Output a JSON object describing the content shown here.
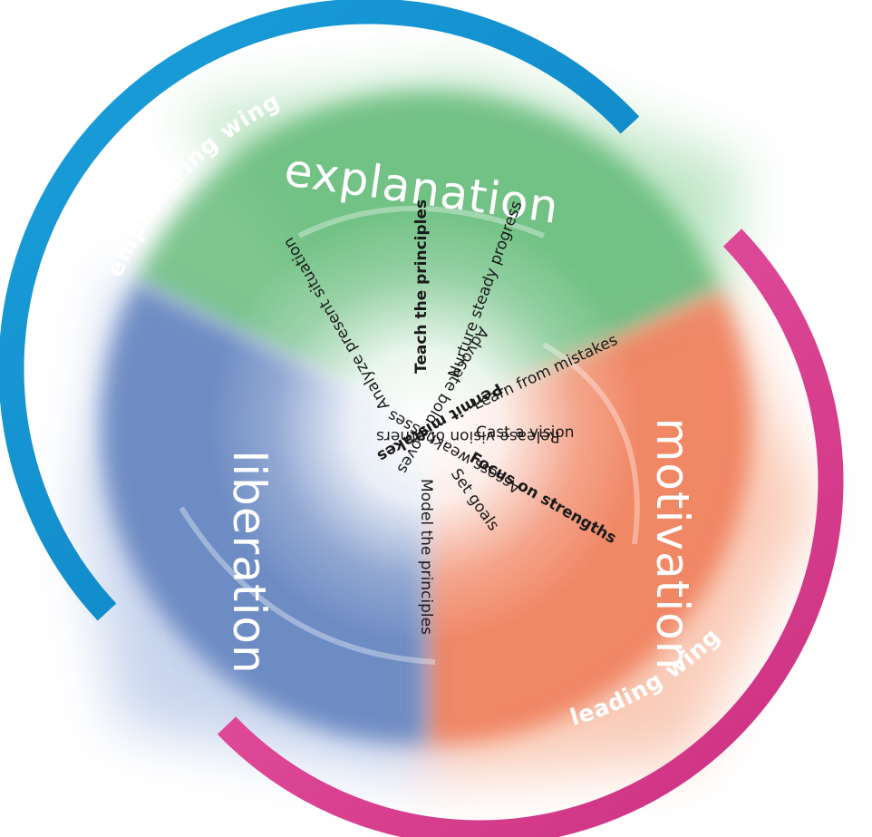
{
  "segments": {
    "explanation": {
      "title": "explanation",
      "color": "#5fb874",
      "spokes": [
        "Analyze present situation",
        "Teach the principles",
        "Nurture steady progress",
        "Learn from mistakes"
      ]
    },
    "motivation": {
      "title": "motivation",
      "color": "#ee7a55",
      "spokes": [
        "Cast a vision",
        "Focus on strengths",
        "Set goals",
        "Model the principles"
      ]
    },
    "liberation": {
      "title": "liberation",
      "color": "#5e7fbc",
      "spokes": [
        "Advocate bold moves",
        "Permit mistakes",
        "Release vision of others",
        "Assess weaknesses"
      ]
    }
  },
  "wings": {
    "empowering": {
      "label": "empowering wing",
      "color": "#1aa0dc"
    },
    "leading": {
      "label": "leading wing",
      "color": "#e8489a"
    }
  }
}
